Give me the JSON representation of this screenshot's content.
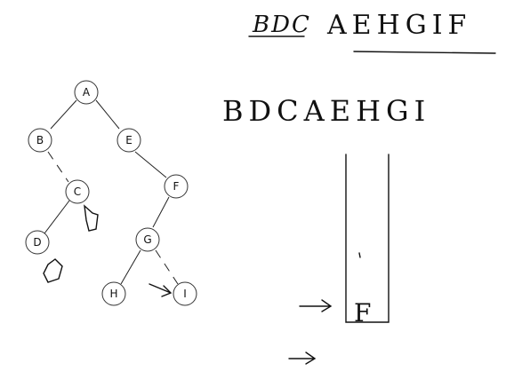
{
  "tree": {
    "nodes": [
      {
        "id": "A",
        "label": "A"
      },
      {
        "id": "B",
        "label": "B"
      },
      {
        "id": "E",
        "label": "E"
      },
      {
        "id": "C",
        "label": "C"
      },
      {
        "id": "F",
        "label": "F"
      },
      {
        "id": "D",
        "label": "D"
      },
      {
        "id": "G",
        "label": "G"
      },
      {
        "id": "H",
        "label": "H"
      },
      {
        "id": "I",
        "label": "I"
      }
    ],
    "edges": [
      [
        "A",
        "B"
      ],
      [
        "A",
        "E"
      ],
      [
        "B",
        "C"
      ],
      [
        "C",
        "D"
      ],
      [
        "E",
        "F"
      ],
      [
        "F",
        "G"
      ],
      [
        "G",
        "H"
      ],
      [
        "G",
        "I"
      ]
    ]
  },
  "handwriting": {
    "line1_left": "BDC",
    "line1_right": "AEHGIF",
    "line2": "BDCAEHGI",
    "stack_item": "F"
  }
}
